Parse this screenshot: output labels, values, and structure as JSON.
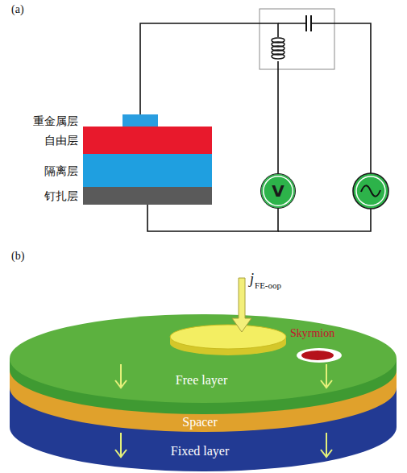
{
  "diagram": {
    "nodes": [
      {
        "text": [
          "重金属层"
        ]
      },
      {
        "text": [
          "自由层"
        ]
      },
      {
        "text": [
          "隔离层"
        ]
      },
      {
        "text": [
          "钉扎层"
        ]
      },
      {
        "text": [
          "V"
        ]
      },
      {
        "text": [
          "Free layer"
        ]
      },
      {
        "text": [
          "Spacer"
        ]
      },
      {
        "text": [
          "Fixed layer"
        ]
      }
    ],
    "edges": [
      {
        "from": 0,
        "to": 4,
        "arrow": "none"
      },
      {
        "from": 3,
        "to": 4,
        "arrow": "none"
      }
    ],
    "labels": [
      "(a)",
      "(b)",
      "j",
      "FE-oop",
      "Skyrmion"
    ]
  }
}
